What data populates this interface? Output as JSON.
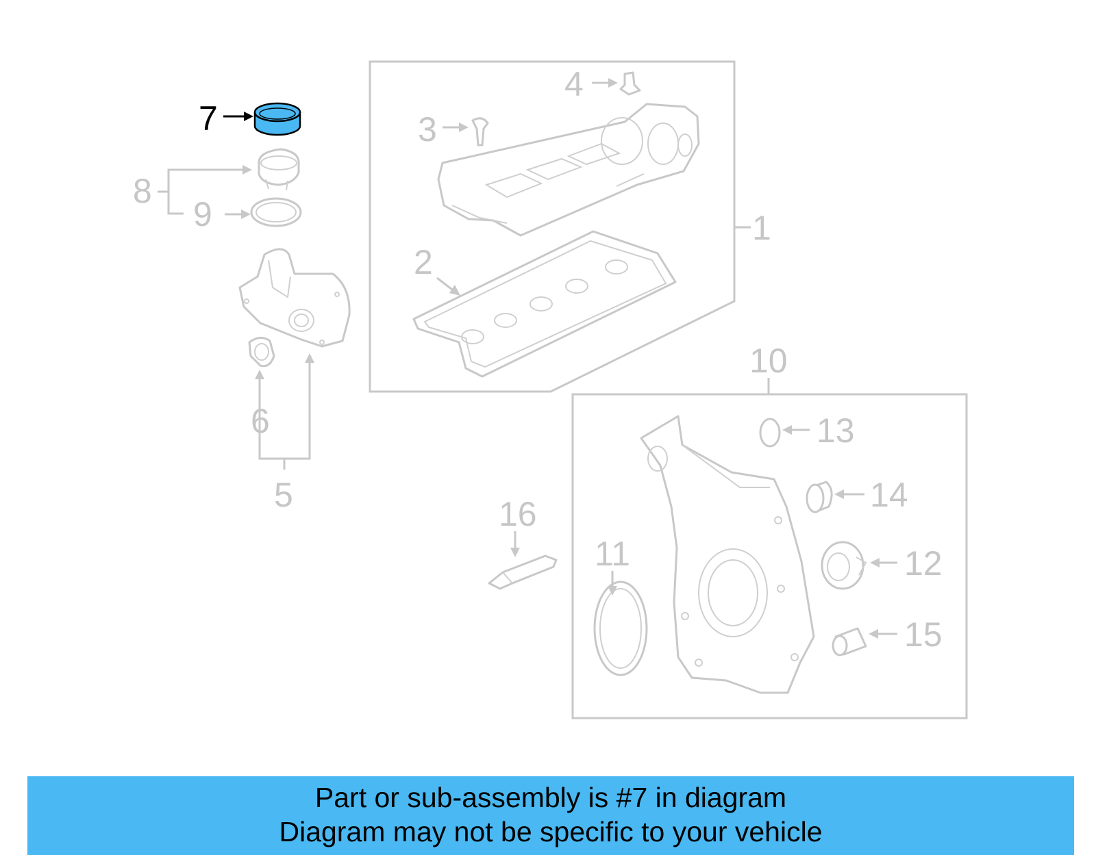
{
  "diagram": {
    "highlighted_part": "7",
    "highlight_color": "#4ab8f2",
    "callouts": [
      {
        "id": "c1",
        "label": "1"
      },
      {
        "id": "c2",
        "label": "2"
      },
      {
        "id": "c3",
        "label": "3"
      },
      {
        "id": "c4",
        "label": "4"
      },
      {
        "id": "c5",
        "label": "5"
      },
      {
        "id": "c6",
        "label": "6"
      },
      {
        "id": "c7",
        "label": "7"
      },
      {
        "id": "c8",
        "label": "8"
      },
      {
        "id": "c9",
        "label": "9"
      },
      {
        "id": "c10",
        "label": "10"
      },
      {
        "id": "c11",
        "label": "11"
      },
      {
        "id": "c12",
        "label": "12"
      },
      {
        "id": "c13",
        "label": "13"
      },
      {
        "id": "c14",
        "label": "14"
      },
      {
        "id": "c15",
        "label": "15"
      },
      {
        "id": "c16",
        "label": "16"
      }
    ]
  },
  "banner": {
    "line1": "Part or sub-assembly is #7 in diagram",
    "line2": "Diagram may not be specific to your vehicle",
    "color": "#4ab8f2"
  }
}
